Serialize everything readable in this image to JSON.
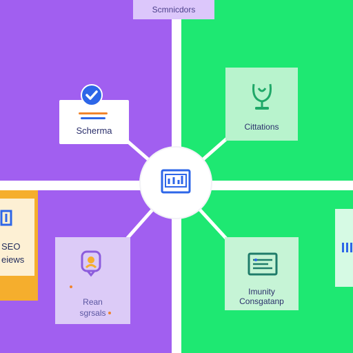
{
  "top_tab": {
    "label": "Scmnicdors"
  },
  "nodes": {
    "schema": {
      "label": "Scherma",
      "icon": "check-badge-icon"
    },
    "citations": {
      "label": "Cittations",
      "icon": "trophy-cup-icon"
    },
    "seo_reviews": {
      "line1": "SEO",
      "line2": "eiews",
      "icon": "building-icon"
    },
    "reviews": {
      "line1": "Rean",
      "line2": "sgrsals",
      "icon": "review-badge-icon"
    },
    "community": {
      "line1": "Imunity",
      "line2": "Consgatanp",
      "icon": "list-card-icon"
    },
    "right_partial": {
      "icon": "tower-icon"
    }
  },
  "hub": {
    "icon": "dashboard-monitor-icon"
  },
  "colors": {
    "purple": "#a15ff0",
    "green": "#1ee872",
    "orange": "#f5ae2d",
    "blue": "#2d66e8",
    "navy": "#2b2f6b"
  }
}
